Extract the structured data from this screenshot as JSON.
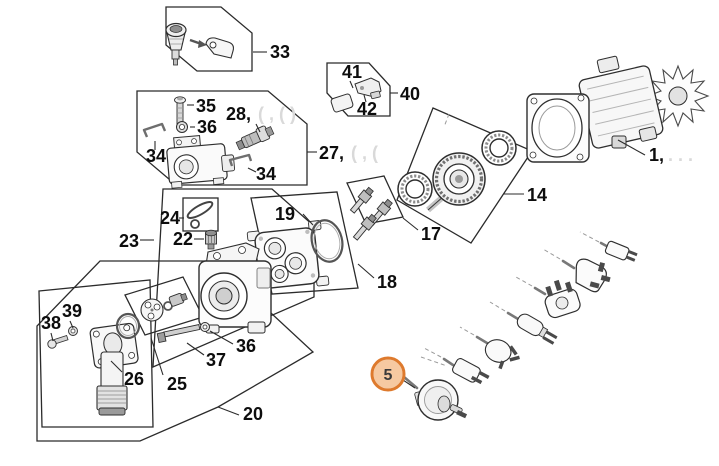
{
  "diagram": {
    "type": "exploded-parts-diagram",
    "background": "#ffffff",
    "highlight": {
      "label": "5",
      "fill": "#F6C9A1",
      "stroke": "#DE7A2D"
    },
    "labels": {
      "part1": "1,",
      "part1_ghost": ".  .  .",
      "part5": "5",
      "part14": "14",
      "part17": "17",
      "part18": "18",
      "part19": "19",
      "part20": "20",
      "part22": "22",
      "part23": "23",
      "part24": "24",
      "part25": "25",
      "part26": "26",
      "part27": "27,",
      "part27_ghost": "( , (",
      "part28": "28,",
      "part28_ghost": "( , ( )",
      "part33": "33",
      "part34_left": "34",
      "part34_right": "34",
      "part35": "35",
      "part36_top": "36",
      "part36_bottom": "36",
      "part37": "37",
      "part38": "38",
      "part39": "39",
      "part40": "40",
      "part41": "41",
      "part42": "42"
    }
  }
}
